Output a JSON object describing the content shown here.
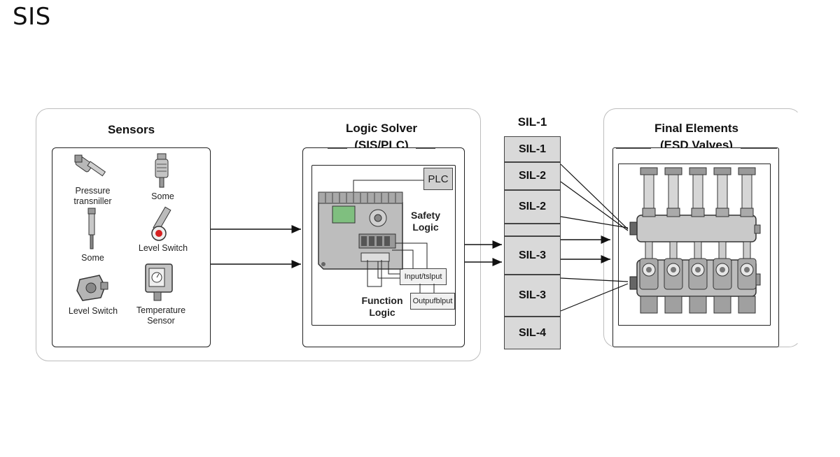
{
  "title": "SIS",
  "sensors": {
    "heading": "Sensors",
    "items": [
      {
        "label": "Pressure\ntransniller",
        "icon": "pressure-transmitter-icon"
      },
      {
        "label": "Some",
        "icon": "sensor-probe-icon"
      },
      {
        "label": "Some",
        "icon": "thermowell-icon"
      },
      {
        "label": "Level Switch",
        "icon": "level-switch-gauge-icon"
      },
      {
        "label": "Level Switch",
        "icon": "level-switch-body-icon"
      },
      {
        "label": "Temperature\nSensor",
        "icon": "temperature-sensor-icon"
      }
    ]
  },
  "logic_solver": {
    "heading_line1": "Logic Solver",
    "heading_line2": "(SIS/PLC)",
    "plc_label": "PLC",
    "safety_logic": "Safety\nLogic",
    "function_logic": "Function\nLogic",
    "input_box": "Input/tslput",
    "output_box": "Outpufblput"
  },
  "sil": {
    "header": "SIL-1",
    "levels": [
      "SIL-1",
      "SIL-2",
      "SIL-2",
      "",
      "SIL-3",
      "SIL-3",
      "SIL-4"
    ]
  },
  "final_elements": {
    "heading_line1": "Final Elements",
    "heading_line2": "(ESD Valves)",
    "valve_count": 5
  },
  "colors": {
    "panel_border": "#bdbdbd",
    "sil_fill": "#d9d9d9",
    "device_gray": "#b8b8b8",
    "lcd_green": "#7fbf7f",
    "accent_red": "#d62020"
  }
}
